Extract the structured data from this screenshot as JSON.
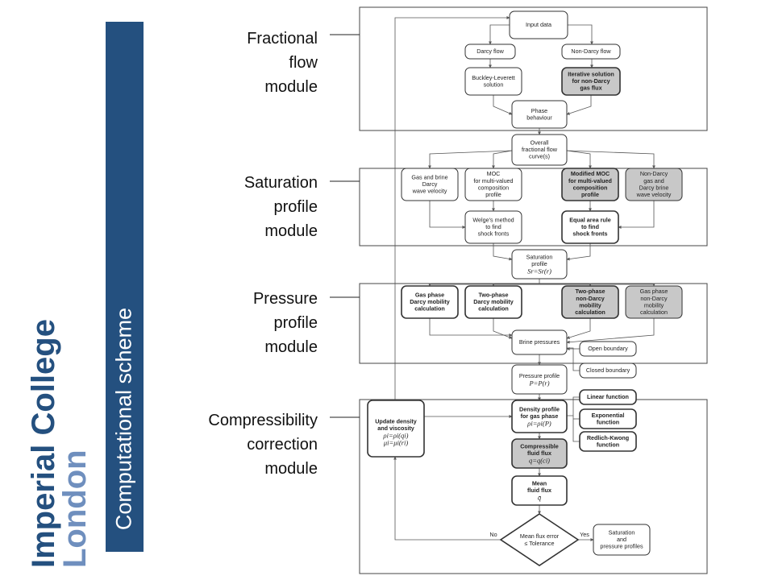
{
  "institution": "Imperial College London",
  "banner_title": "Computational scheme",
  "modules": [
    {
      "id": "fractional",
      "label": "Fractional\nflow\nmodule"
    },
    {
      "id": "saturation",
      "label": "Saturation\nprofile\nmodule"
    },
    {
      "id": "pressure",
      "label": "Pressure\nprofile\nmodule"
    },
    {
      "id": "compressibility",
      "label": "Compressibility\ncorrection\nmodule"
    }
  ],
  "nodes": {
    "input_data": [
      "Input data"
    ],
    "darcy_flow": [
      "Darcy flow"
    ],
    "non_darcy_flow": [
      "Non-Darcy flow"
    ],
    "buckley": [
      "Buckley-Leverett",
      "solution"
    ],
    "iterative": [
      "Iterative solution",
      "for non-Darcy",
      "gas flux"
    ],
    "phase": [
      "Phase",
      "behaviour"
    ],
    "overall": [
      "Overall",
      "fractional flow",
      "curve(s)"
    ],
    "gas_brine": [
      "Gas and brine",
      "Darcy",
      "wave velocity"
    ],
    "moc": [
      "MOC",
      "for multi-valued",
      "composition",
      "profile"
    ],
    "mod_moc": [
      "Modified MOC",
      "for multi-valued",
      "composition",
      "profile"
    ],
    "nd_gas_brine": [
      "Non-Darcy",
      "gas and",
      "Darcy brine",
      "wave velocity"
    ],
    "welge": [
      "Welge's method",
      "to find",
      "shock fronts"
    ],
    "equal_area": [
      "Equal area rule",
      "to find",
      "shock fronts"
    ],
    "sat_profile": [
      "Saturation",
      "profile"
    ],
    "sat_formula": "Sr=Sr(r)",
    "gas_phase_darcy": [
      "Gas phase",
      "Darcy mobility",
      "calculation"
    ],
    "two_phase_darcy": [
      "Two-phase",
      "Darcy mobility",
      "calculation"
    ],
    "two_phase_nd": [
      "Two-phase",
      "non-Darcy",
      "mobility",
      "calculation"
    ],
    "gas_phase_nd": [
      "Gas phase",
      "non-Darcy",
      "mobility",
      "calculation"
    ],
    "brine_pressures": [
      "Brine pressures"
    ],
    "open_boundary": [
      "Open boundary"
    ],
    "closed_boundary": [
      "Closed boundary"
    ],
    "pressure_profile": [
      "Pressure profile"
    ],
    "pressure_formula": "P=P(r)",
    "update_density": [
      "Update density",
      "and viscosity"
    ],
    "update_formula_1": "ρi=ρi(qi)",
    "update_formula_2": "μi=μi(ri)",
    "density_profile": [
      "Density profile",
      "for gas phase"
    ],
    "density_formula": "ρi=ρi(P)",
    "linear": [
      "Linear function"
    ],
    "exponential": [
      "Exponential",
      "function"
    ],
    "redlich": [
      "Redlich-Kwong",
      "function"
    ],
    "compressible": [
      "Compressible",
      "fluid flux"
    ],
    "compressible_formula": "q=q(ci)",
    "mean_flux": [
      "Mean",
      "fluid flux"
    ],
    "mean_formula": "q̄",
    "decision": [
      "Mean flux error",
      "≤ Tolerance"
    ],
    "no_label": "No",
    "yes_label": "Yes",
    "saturation_pressure": [
      "Saturation",
      "and",
      "pressure profiles"
    ]
  },
  "colors": {
    "banner": "#24507f",
    "logo": "#24507f",
    "logo_accent": "#6f8fbe",
    "highlight_fill": "#c8c8c8"
  }
}
